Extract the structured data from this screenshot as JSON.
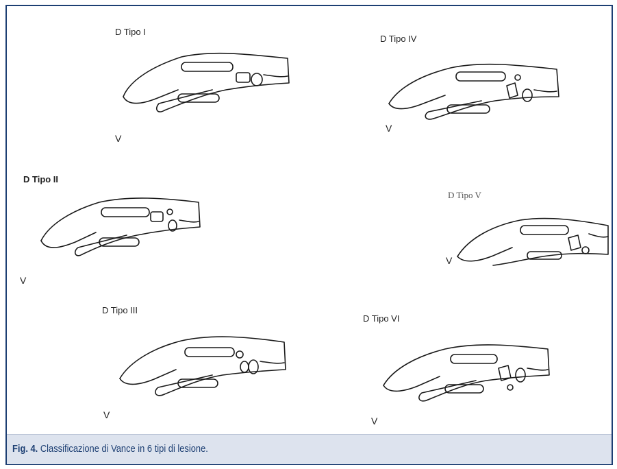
{
  "panels": [
    {
      "id": "I",
      "label": "D    Tipo I",
      "dorsal": "D",
      "volar": "V"
    },
    {
      "id": "II",
      "label": "D    Tipo II",
      "dorsal": "D",
      "volar": "V"
    },
    {
      "id": "III",
      "label": "D    Tipo III",
      "dorsal": "D",
      "volar": "V"
    },
    {
      "id": "IV",
      "label": "D    Tipo IV",
      "dorsal": "D",
      "volar": "V"
    },
    {
      "id": "V",
      "label": "D    Tipo V",
      "dorsal": "D",
      "volar": "V"
    },
    {
      "id": "VI",
      "label": "D    Tipo VI",
      "dorsal": "D",
      "volar": "V"
    }
  ],
  "caption": {
    "label": "Fig. 4.",
    "text": "Classificazione di Vance in 6 tipi di lesione."
  },
  "colors": {
    "frame": "#1d3f73",
    "caption_bg": "#dde3ee",
    "caption_text": "#1d3f73"
  }
}
